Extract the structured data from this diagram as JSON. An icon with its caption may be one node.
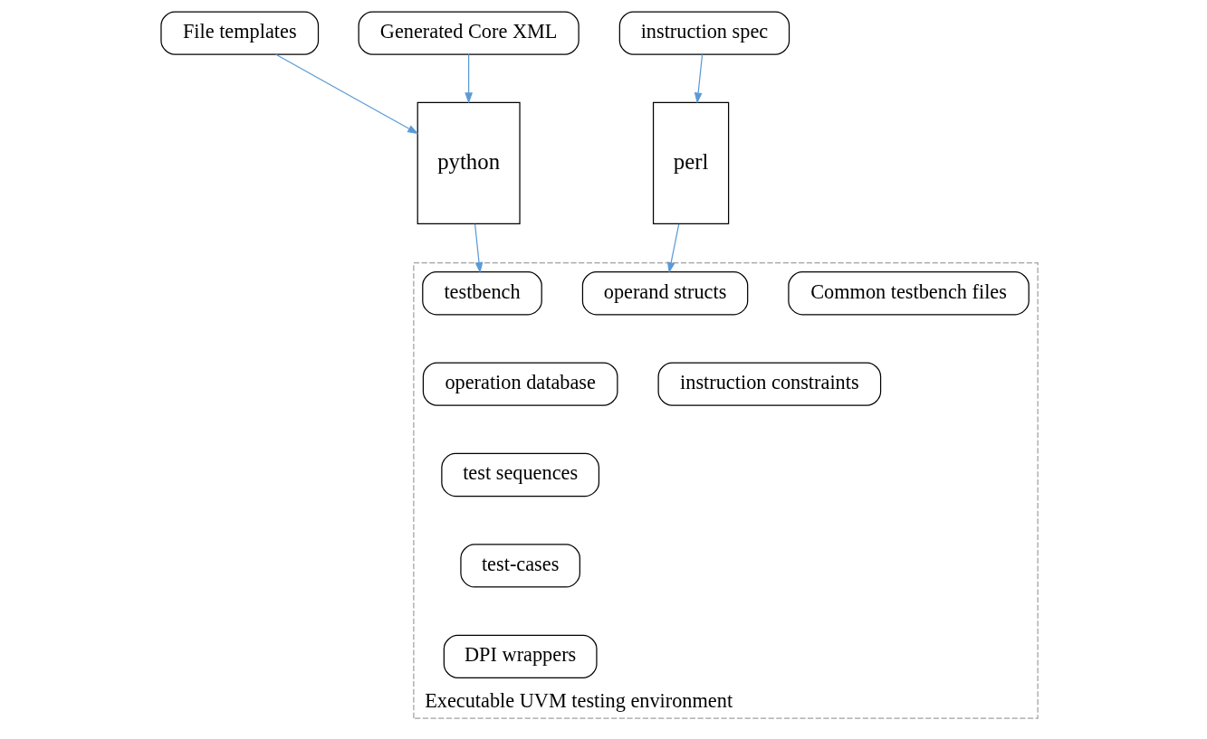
{
  "diagram": {
    "nodes": [
      {
        "text": [
          "File templates"
        ]
      },
      {
        "text": [
          "Generated Core XML"
        ]
      },
      {
        "text": [
          "instruction spec"
        ]
      },
      {
        "text": [
          "python"
        ]
      },
      {
        "text": [
          "perl"
        ]
      },
      {
        "text": [
          "Executable UVM testing environment"
        ]
      },
      {
        "text": [
          "Common testbench files"
        ],
        "in": 5
      },
      {
        "text": [
          "testbench"
        ],
        "in": 5
      },
      {
        "text": [
          "operation database"
        ],
        "in": 5
      },
      {
        "text": [
          "test sequences"
        ],
        "in": 5
      },
      {
        "text": [
          "test-cases"
        ],
        "in": 5
      },
      {
        "text": [
          "DPI wrappers"
        ],
        "in": 5
      },
      {
        "text": [
          "operand structs"
        ],
        "in": 5
      },
      {
        "text": [
          "instruction constraints"
        ],
        "in": 5
      }
    ],
    "edges": [
      {
        "from": 0,
        "to": 3,
        "arrow": "to"
      },
      {
        "from": 1,
        "to": 3,
        "arrow": "to"
      },
      {
        "from": 2,
        "to": 4,
        "arrow": "to"
      },
      {
        "from": 3,
        "to": 7,
        "arrow": "to"
      },
      {
        "from": 4,
        "to": 12,
        "arrow": "to"
      }
    ]
  }
}
